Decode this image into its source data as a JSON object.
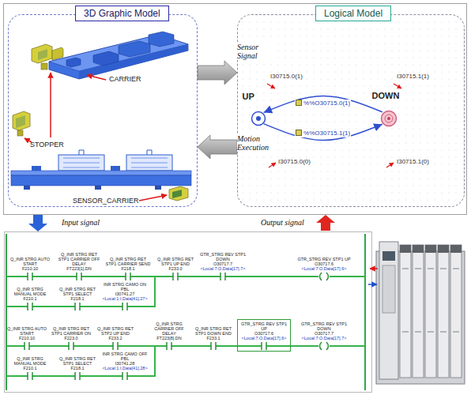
{
  "diagram": {
    "nodes": [
      {
        "text": [
          "3D Graphic Model"
        ]
      },
      {
        "text": [
          "Logical Model"
        ]
      },
      {
        "text": [
          "UP"
        ],
        "in": 1
      },
      {
        "text": [
          "DOWN"
        ],
        "in": 1
      },
      {
        "text": [
          "GTR_STRG REV STP1 UP",
          "O30717.6",
          "<Local:7:O.Data[17].6>"
        ]
      }
    ],
    "edges": [
      {
        "from": 0,
        "to": 1,
        "label": "Sensor Signal",
        "arrow": "to"
      },
      {
        "from": 1,
        "to": 0,
        "label": "Motion Execution",
        "arrow": "to"
      },
      {
        "from": 3,
        "to": 2,
        "label": "%%O30715.0(1)",
        "arrow": "to"
      },
      {
        "from": 2,
        "to": 3,
        "label": "%%O30715.1(1)",
        "arrow": "to"
      }
    ],
    "labels": [
      "CARRIER",
      "STOPPER",
      "SENSOR_CARRIER",
      "I30715.0(1)",
      "I30715.1(1)",
      "I30715.0(0)",
      "I30715.1(0)",
      "Input signal",
      "Output signal",
      "Q_INR STRG AUTO START",
      "F210.10",
      "Q_INR STRG RET STP1 CARRIER OFF DELAY",
      "FT223[1].DN",
      "Q_INR STRG RET STP1 CARRIER SEND",
      "F218.1",
      "Q_INR STRG RET STP1 UP END",
      "F233.0",
      "GTR_STRG REV STP1 DOWN",
      "O30717.7",
      "<Local:7:O.Data[17].7>",
      "GTR_STRG REV STP1 UP",
      "O30717.6",
      "<Local:7:O.Data[17].6>",
      "Q_INR STRG MANUAL MODE",
      "F210.1",
      "Q_INR STRG RET STP1 SELECT",
      "F218.1",
      "INR STRG CAMO ON PBL",
      "I30741.27",
      "<Local:1:I.Data[41].27>",
      "Q_INR STRG AUTO START",
      "F210.10",
      "Q_INR STRG RET STP1 CARRIER ON",
      "F223.0",
      "Q_INR STRG RET STP2 UP END",
      "F233.2",
      "Q_INR STRG CARRIER OFF DELAY",
      "FT223[8].DN",
      "Q_INR STRG RET STP1 DOWN END",
      "F233.1",
      "GTR_STRG REV STP1 DOWN",
      "O30717.7",
      "<Local:7:O.Data[17].7>",
      "Q_INR STRG MANUAL MODE",
      "F210.1",
      "Q_INR STRG RET STP1 SELECT",
      "F218.1",
      "INR STRG CAMO OFF PBL",
      "I30741.28",
      "<Local:1:I.Data[41].28>"
    ]
  }
}
